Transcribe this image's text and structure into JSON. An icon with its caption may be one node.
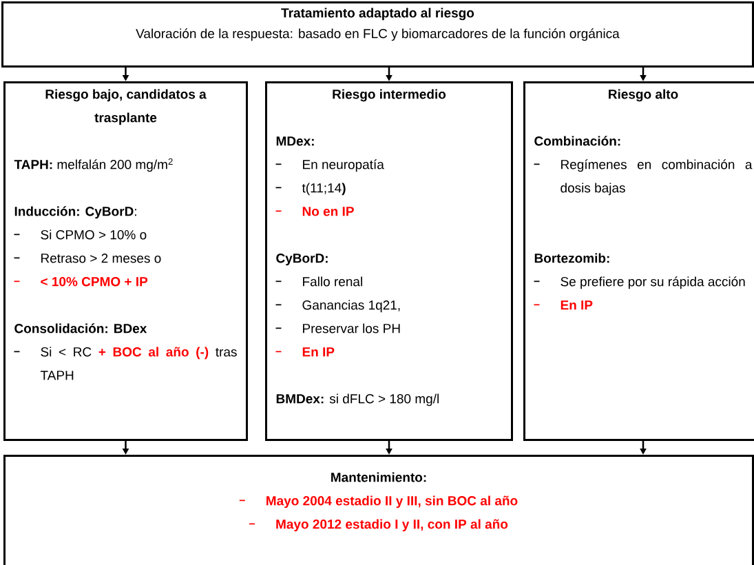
{
  "diagram": {
    "nodes": [
      {
        "text": [
          "Tratamiento adaptado al riesgo",
          "Valoración de la respuesta: basado en FLC y biomarcadores de la función orgánica"
        ]
      },
      {
        "text": [
          "Riesgo bajo, candidatos a trasplante",
          "**TAPH:** melfalán 200 mg/m$^{2}$",
          "**Inducción: CyBorD**:",
          "Si CPMO > 10% o",
          "Retraso > 2 meses o",
          "< 10% CPMO + IP",
          "Consolidación: BDex",
          "Si < RC **+ BOC al año (-)** tras TAPH"
        ]
      },
      {
        "text": [
          "Riesgo intermedio",
          "MDex:",
          "En neuropatía",
          "t(11;14**)**",
          "No en IP",
          "CyBorD:",
          "Fallo renal",
          "Ganancias 1q21,",
          "Preservar los PH",
          "En IP",
          "**BMDex:** si dFLC > 180 mg/l"
        ]
      },
      {
        "text": [
          "Riesgo alto",
          "Combinación:",
          "Regímenes en combinación a dosis bajas",
          "Bortezomib:",
          "Se prefiere por su rápida acción",
          "En IP"
        ]
      },
      {
        "text": [
          "Mantenimiento:",
          "Mayo 2004 estadio II y III, sin BOC al año",
          "Mayo 2012 estadio I y II, con IP al año"
        ]
      }
    ],
    "edges": [
      {
        "from": 0,
        "to": 1,
        "arrow": "to"
      },
      {
        "from": 0,
        "to": 2,
        "arrow": "to"
      },
      {
        "from": 0,
        "to": 3,
        "arrow": "to"
      },
      {
        "from": 1,
        "to": 4,
        "arrow": "to"
      },
      {
        "from": 2,
        "to": 4,
        "arrow": "to"
      },
      {
        "from": 3,
        "to": 4,
        "arrow": "to"
      }
    ]
  }
}
